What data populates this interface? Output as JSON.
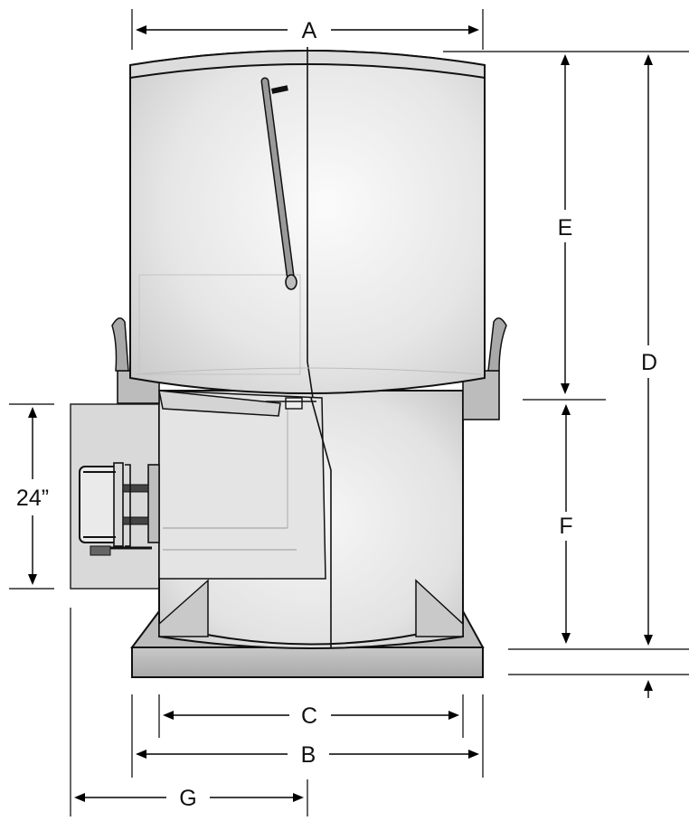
{
  "diagram": {
    "labels": {
      "A": "A",
      "B": "B",
      "C": "C",
      "D": "D",
      "E": "E",
      "F": "F",
      "G": "G",
      "motor_height": "24”"
    },
    "colors": {
      "body_fill": "#e6e6e6",
      "body_shadow": "#cfcfcf",
      "base_fill": "#b9b9b9",
      "outline": "#111111"
    }
  }
}
